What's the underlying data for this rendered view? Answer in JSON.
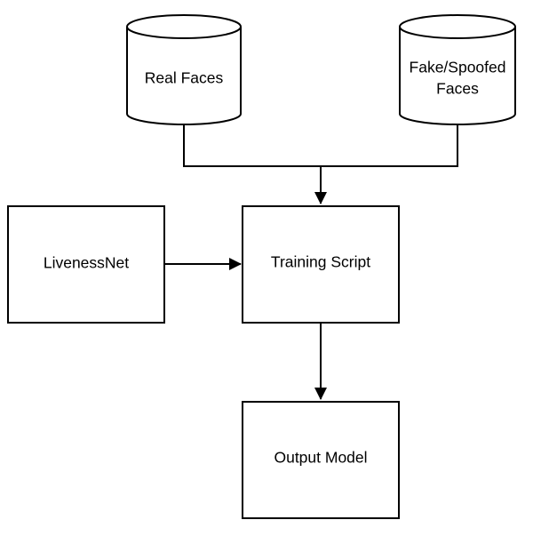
{
  "diagram": {
    "nodes": {
      "real_faces": "Real Faces",
      "fake_faces_line1": "Fake/Spoofed",
      "fake_faces_line2": "Faces",
      "livenessnet": "LivenessNet",
      "training_script": "Training Script",
      "output_model": "Output Model"
    }
  }
}
